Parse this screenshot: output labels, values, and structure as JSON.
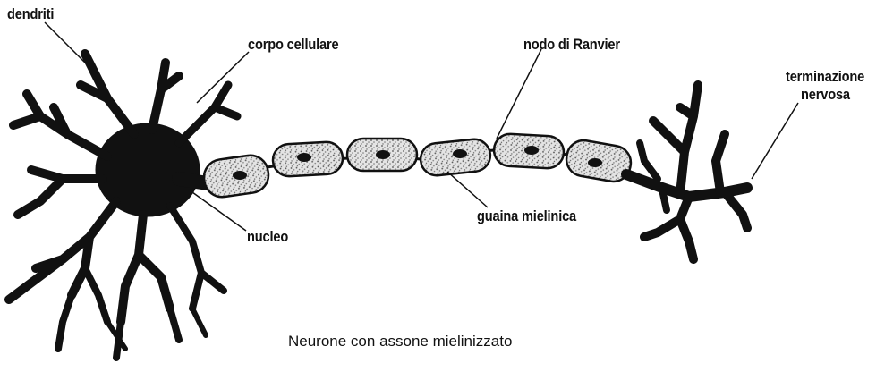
{
  "labels": {
    "dendrites": "dendriti",
    "cell_body": "corpo cellulare",
    "node_of_ranvier": "nodo di Ranvier",
    "nerve_ending_line1": "terminazione",
    "nerve_ending_line2": "nervosa",
    "nucleus": "nucleo",
    "myelin_sheath": "guaina mielinica"
  },
  "caption": "Neurone con assone mielinizzato",
  "colors": {
    "ink": "#111111",
    "sheath": "#d8d8d8",
    "background": "#ffffff"
  }
}
